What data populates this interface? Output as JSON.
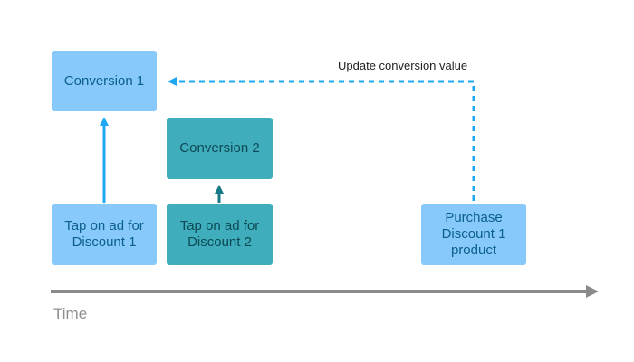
{
  "nodes": {
    "conversion1": "Conversion 1",
    "conversion2": "Conversion 2",
    "tap1": "Tap on ad for\nDiscount 1",
    "tap2": "Tap on ad for\nDiscount 2",
    "purchase": "Purchase\nDiscount 1\nproduct"
  },
  "labels": {
    "update": "Update conversion value",
    "time": "Time"
  },
  "colors": {
    "light_box": "#86c9fa",
    "teal_box": "#3fadbb",
    "blue_arrow": "#1ea7f2",
    "teal_arrow": "#177a86",
    "timeline": "#8a8a8a"
  }
}
